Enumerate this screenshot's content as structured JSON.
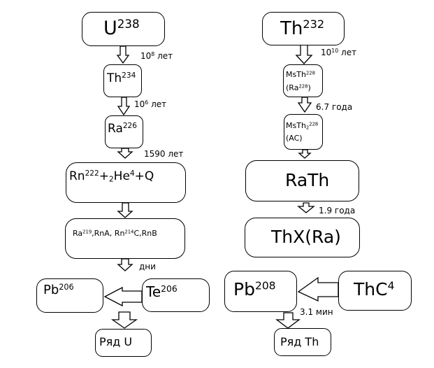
{
  "diagram": {
    "uranium_series": {
      "nodes": [
        {
          "id": "u238",
          "base": "U",
          "sup": "238"
        },
        {
          "id": "th234",
          "base": "Th",
          "sup": "234"
        },
        {
          "id": "ra226",
          "base": "Ra",
          "sup": "226"
        },
        {
          "id": "rn222",
          "parts": [
            "Rn",
            "222",
            "+",
            "2",
            "He",
            "4",
            "+Q"
          ]
        },
        {
          "id": "ra219",
          "parts": [
            "Ra",
            "219",
            ",RnA, Rn",
            "214",
            "C,RnB"
          ]
        },
        {
          "id": "pb206",
          "base": "Pb",
          "sup": "206"
        },
        {
          "id": "te206",
          "base": "Te",
          "sup": "206"
        },
        {
          "id": "series_u",
          "text": "Ряд U"
        }
      ],
      "labels": [
        {
          "base": "10",
          "sup": "8",
          "unit": " лет"
        },
        {
          "base": "10",
          "sup": "6",
          "unit": " лет"
        },
        {
          "text": "1590 лет"
        },
        {
          "text": "дни"
        }
      ]
    },
    "thorium_series": {
      "nodes": [
        {
          "id": "th232",
          "base": "Th",
          "sup": "232"
        },
        {
          "id": "msth228",
          "line1_base": "MsTh",
          "line1_sup": "228",
          "line2_pre": "(Ra",
          "line2_sup": "228",
          "line2_post": ")"
        },
        {
          "id": "msth2_228",
          "line1_base": "MsTh",
          "line1_sub": "2",
          "line1_sup": "228",
          "line2": "(AC)"
        },
        {
          "id": "rath",
          "text": "RaTh"
        },
        {
          "id": "thx",
          "text": "ThX(Ra)"
        },
        {
          "id": "pb208",
          "base": "Pb",
          "sup": "208"
        },
        {
          "id": "thc4",
          "base": "ThC",
          "sup": "4"
        },
        {
          "id": "series_th",
          "text": "Ряд Th"
        }
      ],
      "labels": [
        {
          "base": "10",
          "sup": "10",
          "unit": " лет"
        },
        {
          "text": "6.7 года"
        },
        {
          "text": "1.9 года"
        },
        {
          "text": "3.1 мин"
        }
      ]
    }
  }
}
